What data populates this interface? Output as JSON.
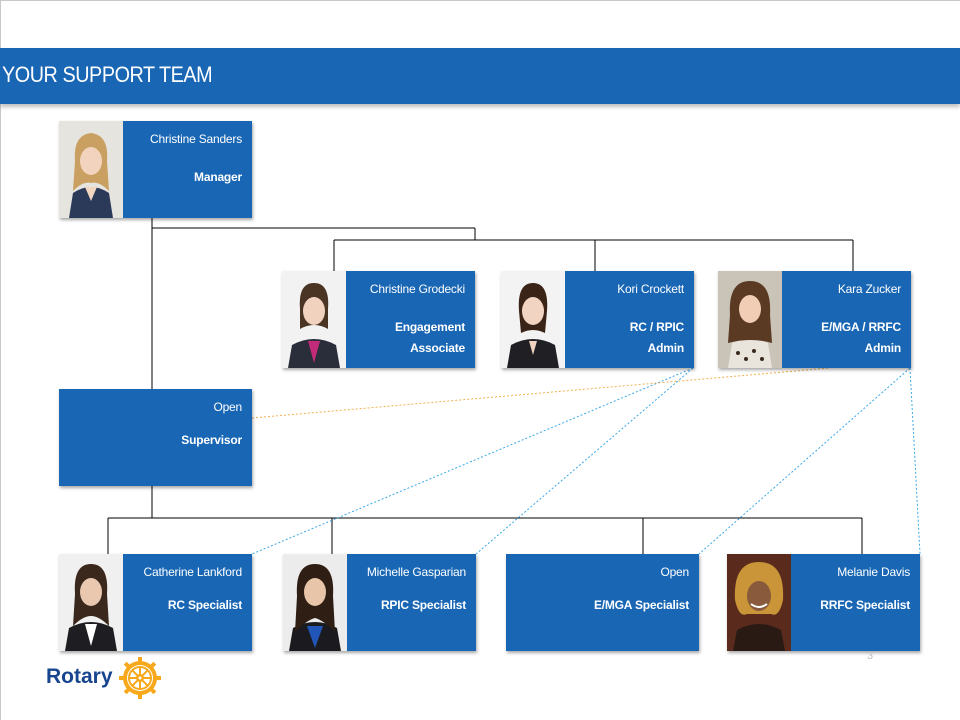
{
  "header": {
    "title": "YOUR SUPPORT TEAM"
  },
  "team": {
    "manager": {
      "name": "Christine Sanders",
      "role": "Manager"
    },
    "grodecki": {
      "name": "Christine Grodecki",
      "role": "Engagement\nAssociate"
    },
    "crockett": {
      "name": "Kori Crockett",
      "role": "RC / RPIC\nAdmin"
    },
    "zucker": {
      "name": "Kara Zucker",
      "role": "E/MGA / RRFC\nAdmin"
    },
    "supervisor": {
      "name": "Open",
      "role": "Supervisor"
    },
    "lankford": {
      "name": "Catherine Lankford",
      "role": "RC Specialist"
    },
    "gasparian": {
      "name": "Michelle Gasparian",
      "role": "RPIC Specialist"
    },
    "emga_open": {
      "name": "Open",
      "role": "E/MGA Specialist"
    },
    "davis": {
      "name": "Melanie Davis",
      "role": "RRFC Specialist"
    }
  },
  "footer": {
    "page_number": "3",
    "logo_text": "Rotary"
  },
  "colors": {
    "brand_blue": "#1866b4",
    "rotary_gold": "#f7a81b",
    "rotary_blue": "#17458f",
    "dotted_blue": "#3aa8e8",
    "dotted_orange": "#f0b050"
  }
}
